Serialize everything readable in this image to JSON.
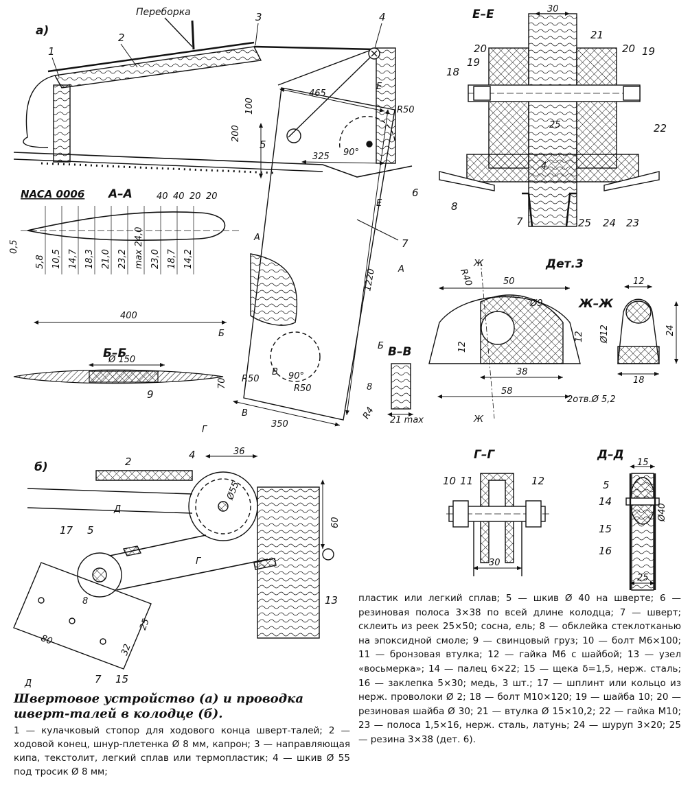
{
  "labels": {
    "view_a": "а)",
    "view_b": "б)",
    "bulkhead": "Переборка",
    "profile_name": "NACA 0006",
    "section_aa": "А–А",
    "section_bb": "Б–Б",
    "section_vv": "В–В",
    "section_ee": "Е–Е",
    "section_gg": "Г–Г",
    "section_dd": "Д–Д",
    "section_zhzh": "Ж–Ж",
    "detail_3": "Дет.3"
  },
  "dimensions": {
    "d465": "465",
    "d100": "100",
    "d200": "200",
    "r50": "R50",
    "d90": "90°",
    "d325": "325",
    "d1220": "1220",
    "d70": "70",
    "d350": "350",
    "d400": "400",
    "d05": "0,5",
    "d150": "Ø 150",
    "tmax": "max 24,0",
    "profile_ticks": [
      "40",
      "40",
      "20",
      "20"
    ],
    "profile_values": [
      "5,8",
      "10,5",
      "14,7",
      "18,3",
      "21,0",
      "23,2",
      "max 24,0",
      "23,0",
      "18,7",
      "14,2"
    ],
    "e30": "30",
    "e25": "25",
    "e4": "4",
    "r40": "R40",
    "det50": "50",
    "det9": "Ø9",
    "det12a": "12",
    "det12b": "12",
    "det38": "38",
    "det58": "58",
    "det_holes": "2отв.Ø 5,2",
    "zh12": "12",
    "zh24": "24",
    "zh_d12": "Ø12",
    "zh18": "18",
    "vv21": "21 max",
    "vv_r4": "R4",
    "b36": "36",
    "b_d55": "Ø55",
    "b60": "60",
    "b25": "25",
    "b80": "80",
    "b32": "32",
    "b8": "8",
    "g30": "30",
    "d15": "15",
    "d40": "Ø40",
    "d25": "25"
  },
  "callouts": {
    "a": [
      "1",
      "2",
      "3",
      "4",
      "5",
      "6",
      "7",
      "9"
    ],
    "e": [
      "21",
      "20",
      "19",
      "20",
      "19",
      "18",
      "22",
      "8",
      "7",
      "25",
      "24",
      "23"
    ],
    "b": [
      "2",
      "4",
      "17",
      "5",
      "13",
      "7",
      "15"
    ],
    "g": [
      "10",
      "11",
      "12"
    ],
    "d": [
      "5",
      "14",
      "15",
      "16"
    ],
    "v": [
      "8"
    ]
  },
  "section_marks": {
    "a": "А",
    "b": "Б",
    "v": "В",
    "e": "Е",
    "zh": "Ж",
    "g": "Г",
    "d": "Д"
  },
  "caption": "Швертовое устройство (а) и проводка шверт-талей в колодце (б).",
  "legend_left": "1 — кулачковый стопор для ходового конца шверт-талей; 2 — ходовой конец, шнур-плетенка Ø 8 мм, капрон; 3 — направляющая кипа, текстолит, легкий сплав или термопластик; 4 — шкив Ø 55 под тросик Ø 8 мм;",
  "legend_right": "пластик или легкий сплав; 5 — шкив Ø 40 на шверте; 6 — резиновая полоса 3×38 по всей длине колодца; 7 — шверт; склеить из реек 25×50; сосна, ель; 8 — обклейка стеклотканью на эпоксидной смоле; 9 — свинцовый груз; 10 — болт М6×100; 11 — бронзовая втулка; 12 — гайка М6 с шайбой; 13 — узел «восьмерка»; 14 — палец 6×22; 15 — щека δ=1,5, нерж. сталь; 16 — заклепка 5×30; медь, 3 шт.; 17 — шплинт или кольцо из нерж. проволоки Ø 2; 18 — болт М10×120; 19 — шайба 10; 20 — резиновая шайба Ø 30; 21 — втулка Ø 15×10,2; 22 — гайка М10; 23 — полоса 1,5×16, нерж. сталь, латунь; 24 — шуруп 3×20; 25 — резина 3×38 (дет. 6)."
}
